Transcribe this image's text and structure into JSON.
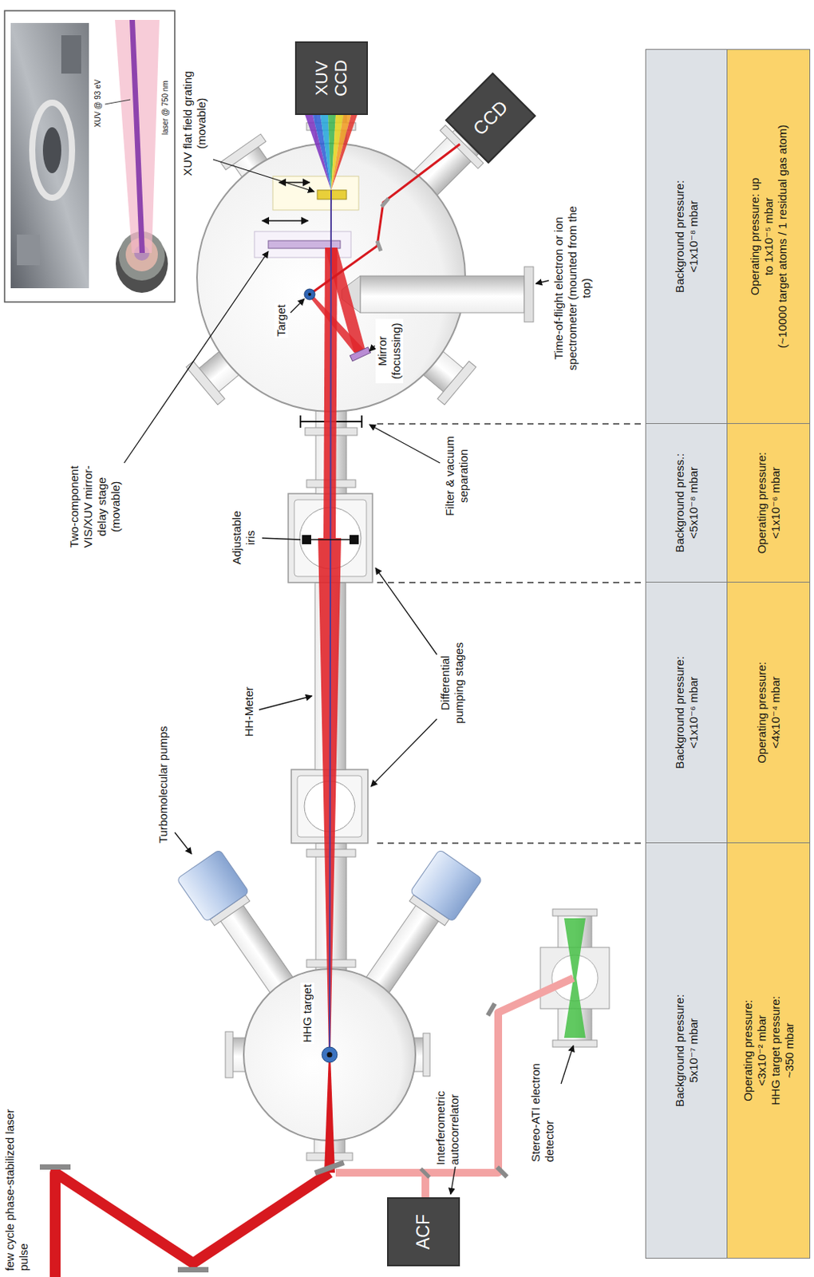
{
  "diagram": {
    "nodes": [
      {
        "text": [
          "ACF"
        ]
      },
      {
        "text": [
          "XUV CCD"
        ]
      },
      {
        "text": [
          "CCD"
        ]
      }
    ],
    "labels": [
      "few cycle phase-stabilized laser pulse",
      "Interferometric autocorrelator",
      "Stereo-ATI electron detector",
      "HHG target",
      "Turbomolecular pumps",
      "HH-Meter",
      "Differential pumping stages",
      "Adjustable iris",
      "Filter & vacuum separation",
      "Two-component VIS/XUV mirror-delay stage (movable)",
      "Target",
      "Mirror (focussing)",
      "Time-of-flight electron or ion spectrometer (mounted from the top)",
      "XUV flat field grating (movable)",
      "XUV @ 93 eV",
      "laser @ 750 nm",
      "Background pressure: 5x10⁻⁷ mbar",
      "Operating pressure: <3x10⁻² mbar",
      "HHG target pressure: ~350 mbar",
      "Background pressure: <1x10⁻⁶ mbar",
      "Operating pressure: <4x10⁻⁴ mbar",
      "Background press.: <5x10⁻⁸ mbar",
      "Operating pressure: <1x10⁻⁶ mbar",
      "Background pressure: <1x10⁻⁸ mbar",
      "Operating pressure: up to 1x10⁻⁵ mbar",
      "(~10000 target atoms / 1 residual gas atom)"
    ]
  }
}
